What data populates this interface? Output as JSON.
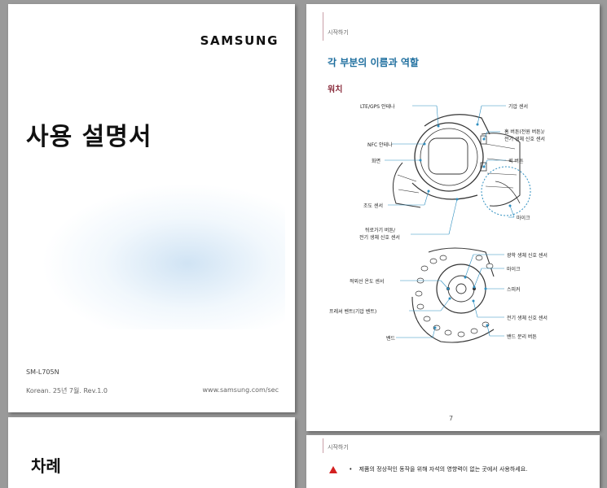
{
  "cover": {
    "brand": "SAMSUNG",
    "title": "사용 설명서",
    "model": "SM-L705N",
    "edition": "Korean. 25년 7월. Rev.1.0",
    "url": "www.samsung.com/sec"
  },
  "toc": {
    "title": "차례"
  },
  "parts_page": {
    "running_header": "시작하기",
    "heading": "각 부분의 이름과 역할",
    "subheading": "워치",
    "page_number": "7",
    "front_labels": {
      "lte_gps": "LTE/GPS 안테나",
      "nfc": "NFC 안테나",
      "screen": "화면",
      "light": "조도 센서",
      "back": "뒤로가기 버튼/",
      "back2": "전기 생체 신호 센서",
      "pressure": "기압 센서",
      "home": "홈 버튼(전원 버튼)/",
      "home2": "전기 생체 신호 센서",
      "quick": "퀵 버튼",
      "mic": "마이크"
    },
    "back_labels": {
      "optical": "광학 생체 신호 센서",
      "mic": "마이크",
      "speaker": "스피커",
      "ir_temp": "적외선 온도 센서",
      "vent": "프레셔 벤트(기압 벤트)",
      "electrical": "전기 생체 신호 센서",
      "band": "밴드",
      "band_release": "밴드 분리 버튼"
    }
  },
  "start_page": {
    "running_header": "시작하기",
    "warning_text": "제품의 정상적인 동작을 위해 자석의 영향력이 없는 곳에서 사용하세요.",
    "bullet": "•"
  }
}
